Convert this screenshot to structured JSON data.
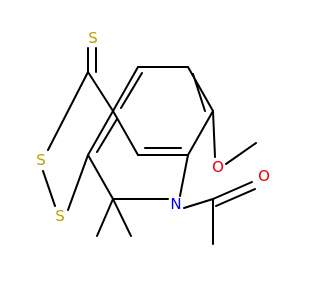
{
  "molecule": {
    "atoms": {
      "thione_s": {
        "label": "S",
        "color": "#b8a200"
      },
      "ring_s_upper": {
        "label": "S",
        "color": "#b8a200"
      },
      "ring_s_lower": {
        "label": "S",
        "color": "#b8a200"
      },
      "methoxy_o": {
        "label": "O",
        "color": "#e8000b"
      },
      "carbonyl_o": {
        "label": "O",
        "color": "#e8000b"
      },
      "ring_n": {
        "label": "N",
        "color": "#0000ee"
      }
    },
    "bond_color": "#000000",
    "background": "#ffffff"
  }
}
